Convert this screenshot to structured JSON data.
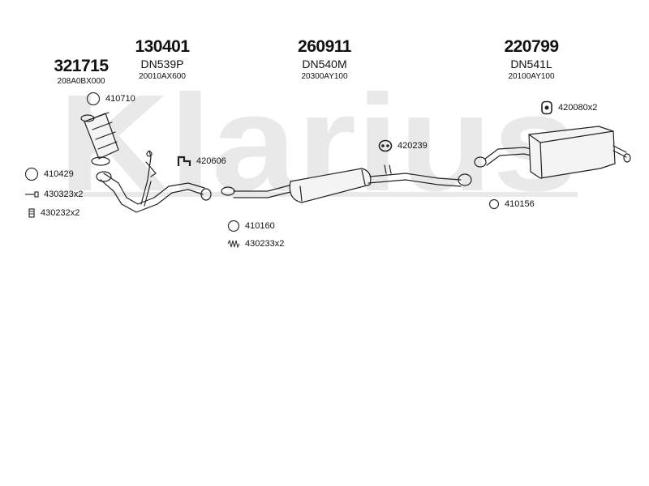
{
  "watermark": "Klarius",
  "headers": [
    {
      "id": "h1",
      "part_number": "321715",
      "oem": "208A0BX000"
    },
    {
      "id": "h2",
      "part_number": "130401",
      "product_code": "DN539P",
      "oem": "20010AX600"
    },
    {
      "id": "h3",
      "part_number": "260911",
      "product_code": "DN540M",
      "oem": "20300AY100"
    },
    {
      "id": "h4",
      "part_number": "220799",
      "product_code": "DN541L",
      "oem": "20100AY100"
    }
  ],
  "labels": [
    {
      "id": "l1",
      "icon": "gasket-ring-icon",
      "text": "410710"
    },
    {
      "id": "l2",
      "icon": "gasket-ring-icon",
      "text": "410429"
    },
    {
      "id": "l3",
      "icon": "bolt-icon",
      "text": "430323x2"
    },
    {
      "id": "l4",
      "icon": "nut-icon",
      "text": "430232x2"
    },
    {
      "id": "l5",
      "icon": "clamp-bracket-icon",
      "text": "420606"
    },
    {
      "id": "l6",
      "icon": "rubber-mount-icon",
      "text": "420239"
    },
    {
      "id": "l7",
      "icon": "rubber-hanger-icon",
      "text": "420080x2"
    },
    {
      "id": "l8",
      "icon": "gasket-ring-icon",
      "text": "410160"
    },
    {
      "id": "l9",
      "icon": "spring-bolt-icon",
      "text": "430233x2"
    },
    {
      "id": "l10",
      "icon": "gasket-ring-icon",
      "text": "410156"
    }
  ]
}
